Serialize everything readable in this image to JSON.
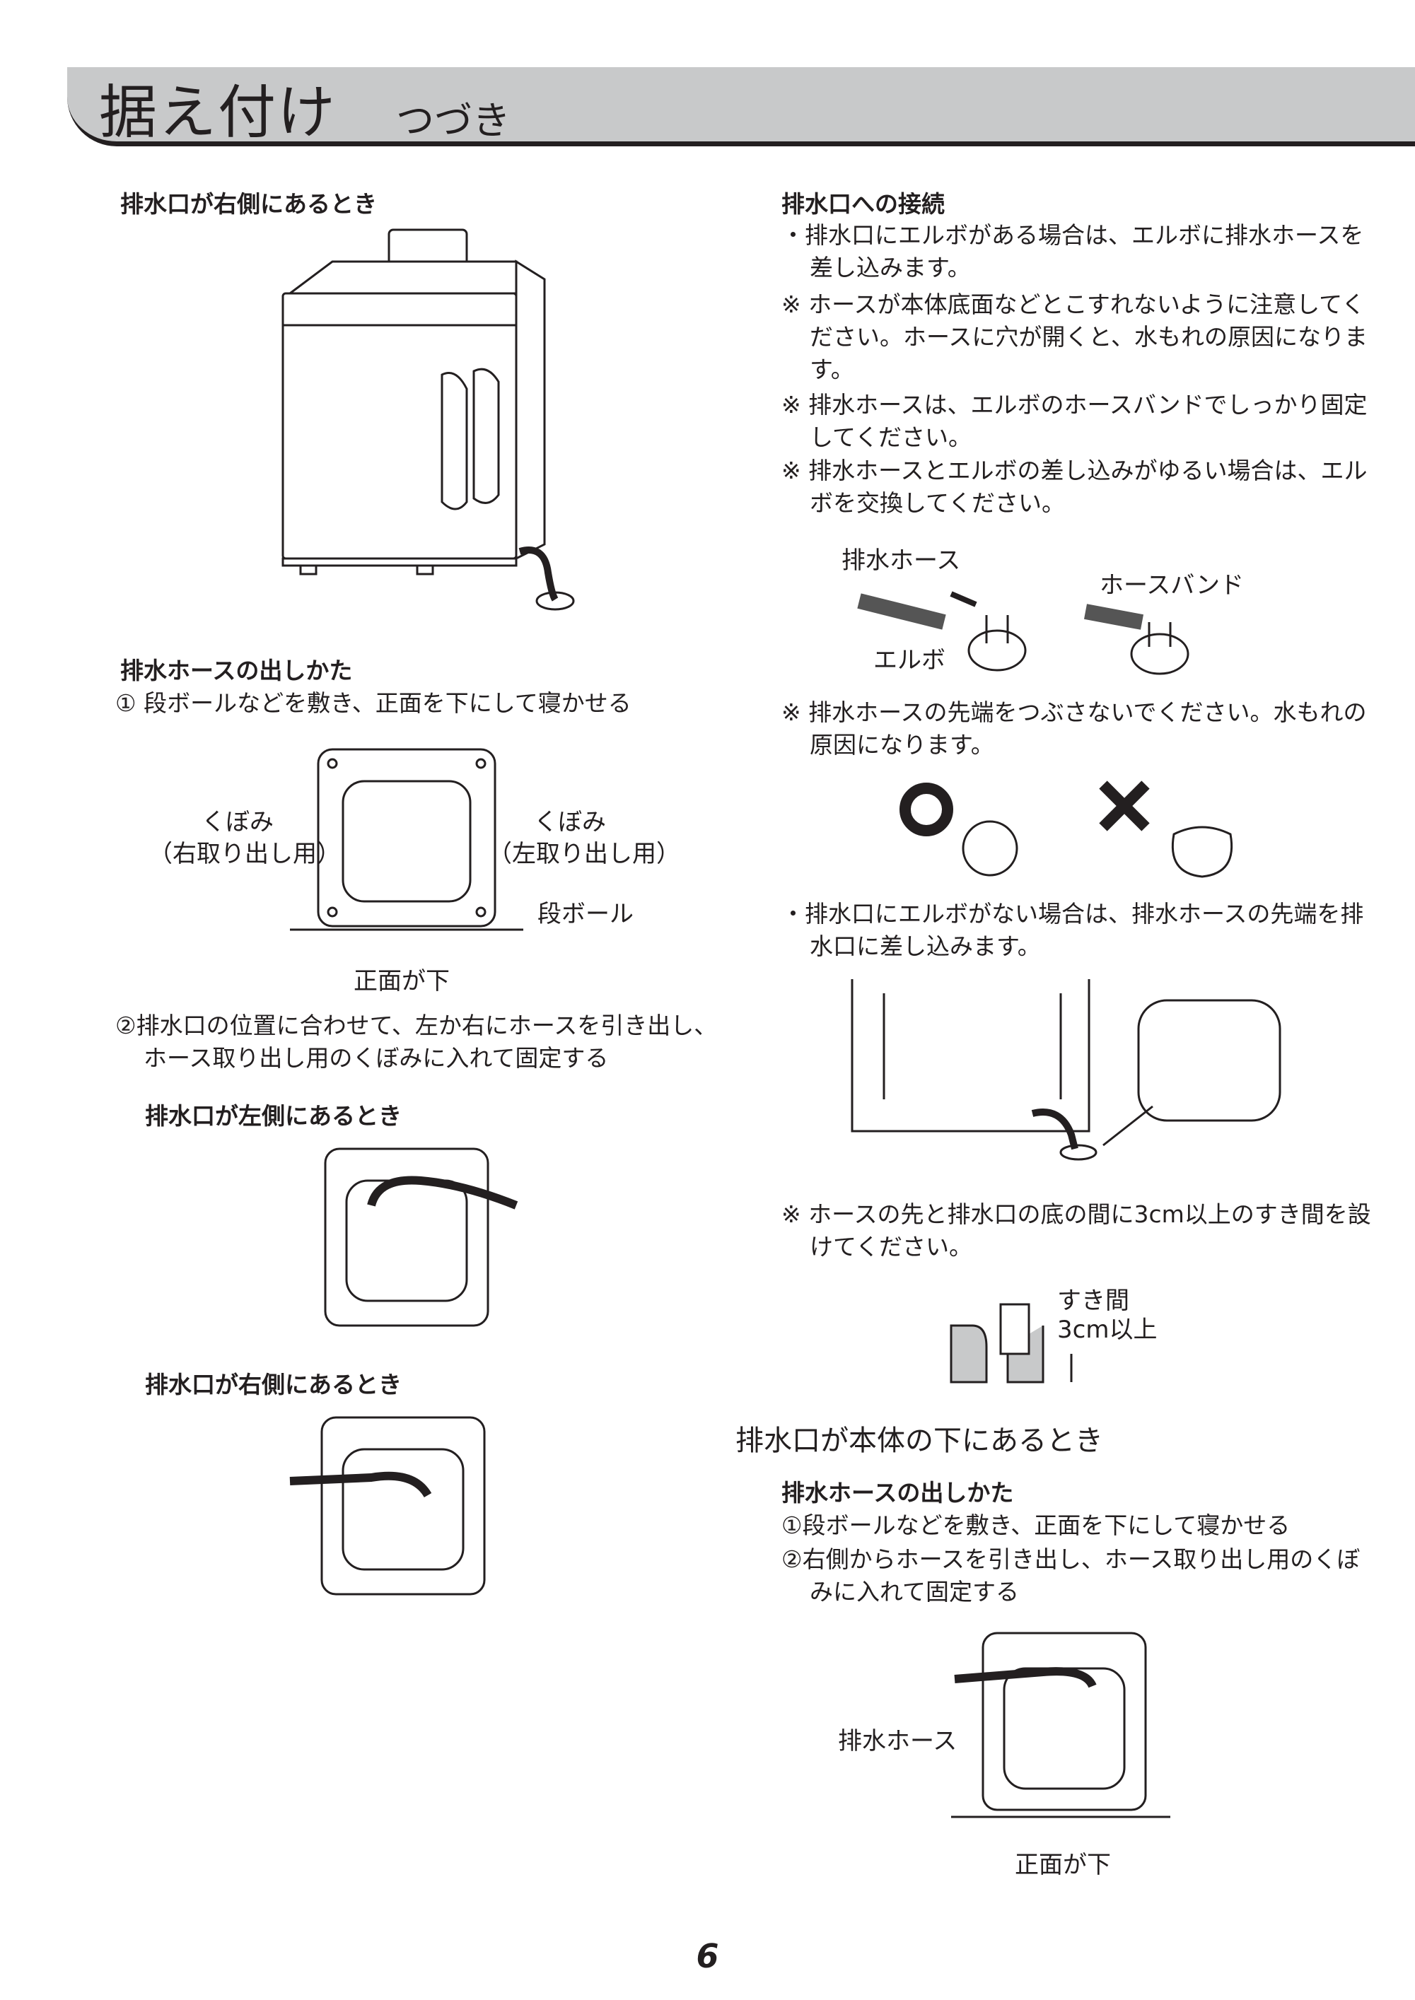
{
  "header": {
    "title": "据え付け",
    "subtitle": "つづき"
  },
  "left": {
    "s1_heading": "排水口が右側にあるとき",
    "s2_heading": "排水ホースの出しかた",
    "step1": "① 段ボールなどを敷き、正面を下にして寝かせる",
    "label_kubomi": "くぼみ",
    "label_right_use": "（右取り出し用）",
    "label_left_use": "（左取り出し用）",
    "label_cardboard": "段ボール",
    "label_front_down": "正面が下",
    "step2": "②排水口の位置に合わせて、左か右にホースを引き出し、ホース取り出し用のくぼみに入れて固定する",
    "left_heading": "排水口が左側にあるとき",
    "right_heading": "排水口が右側にあるとき"
  },
  "right": {
    "conn_heading": "排水口への接続",
    "b1": "・排水口にエルボがある場合は、エルボに排水ホースを差し込みます。",
    "n1": "※ ホースが本体底面などとこすれないように注意してください。ホースに穴が開くと、水もれの原因になります。",
    "n2": "※ 排水ホースは、エルボのホースバンドでしっかり固定してください。",
    "n3": "※ 排水ホースとエルボの差し込みがゆるい場合は、エルボを交換してください。",
    "label_drain_hose": "排水ホース",
    "label_hose_band": "ホースバンド",
    "label_elbow": "エルボ",
    "n4": "※ 排水ホースの先端をつぶさないでください。水もれの原因になります。",
    "mark_ok": "O",
    "mark_ng": "✕",
    "b2": "・排水口にエルボがない場合は、排水ホースの先端を排水口に差し込みます。",
    "n5": "※ ホースの先と排水口の底の間に3cm以上のすき間を設けてください。",
    "label_gap": "すき間",
    "label_3cm": "3cm以上",
    "under_heading": "排水口が本体の下にあるとき",
    "under_sub": "排水ホースの出しかた",
    "under_s1": "①段ボールなどを敷き、正面を下にして寝かせる",
    "under_s2": "②右側からホースを引き出し、ホース取り出し用のくぼみに入れて固定する",
    "label_drain_hose2": "排水ホース",
    "label_front_down2": "正面が下"
  },
  "footer": {
    "page": "6"
  }
}
